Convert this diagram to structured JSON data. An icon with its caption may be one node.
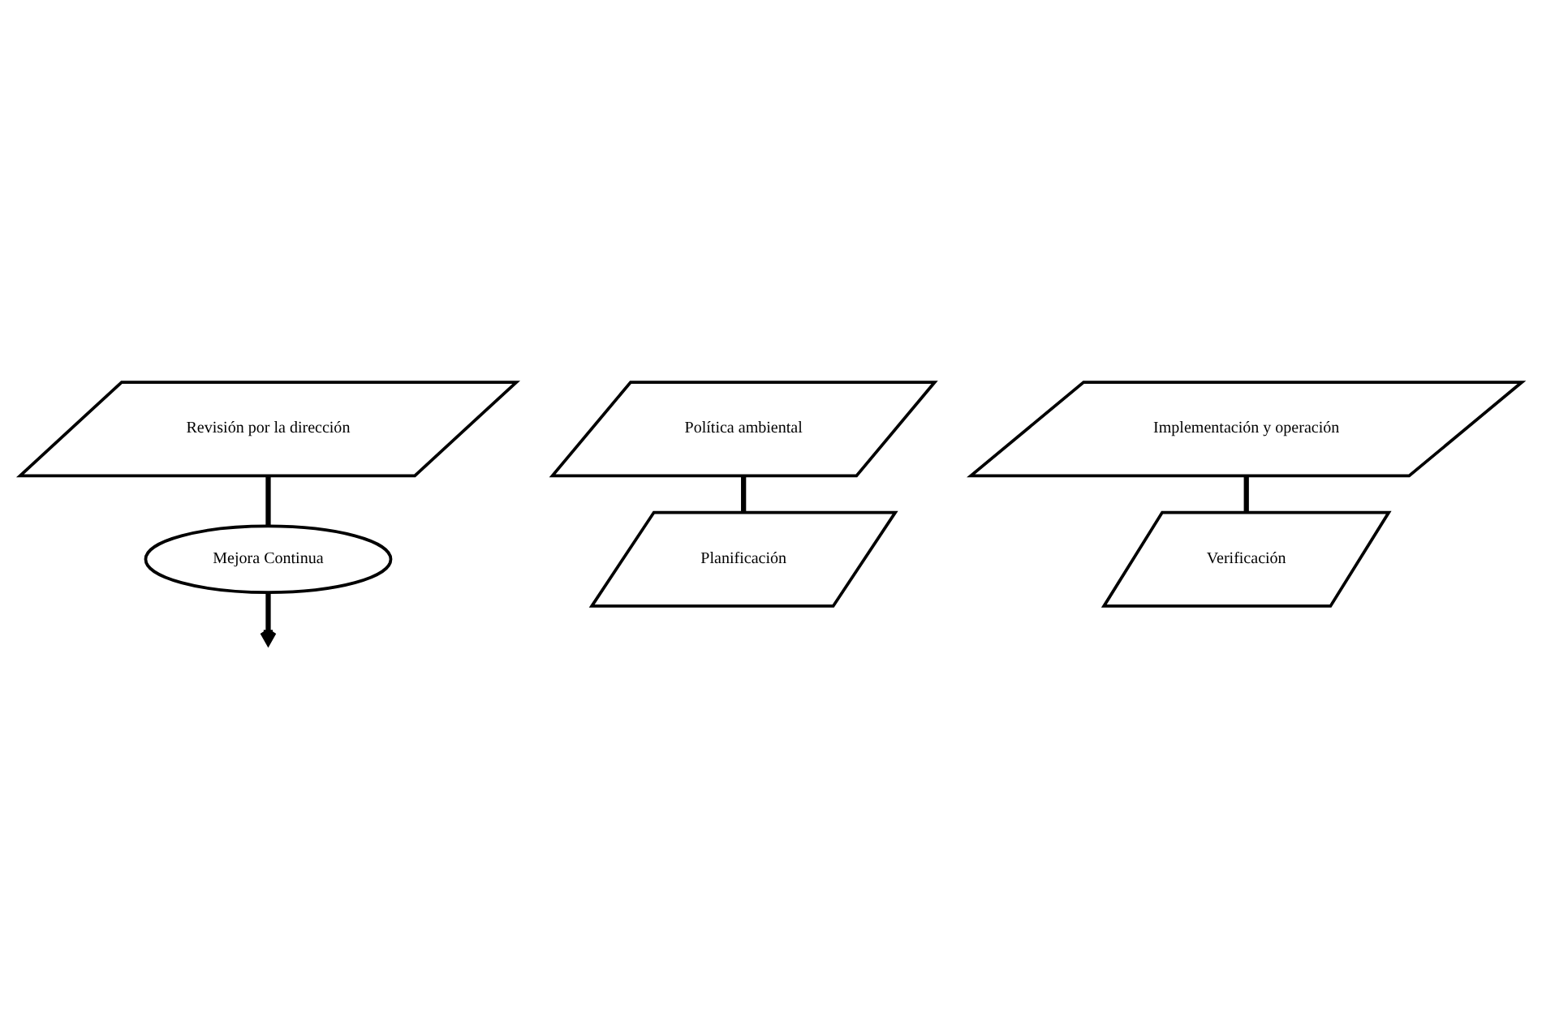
{
  "diagram": {
    "nodes": [
      {
        "text": [
          "Mejora Continua"
        ]
      },
      {
        "text": [
          "Política ambiental"
        ]
      },
      {
        "text": [
          "Planificación"
        ]
      },
      {
        "text": [
          "Implementación y operación"
        ]
      },
      {
        "text": [
          "Verificación"
        ]
      },
      {
        "text": [
          "Revisión por la dirección"
        ]
      }
    ],
    "edges": [
      {
        "from": 1,
        "to": 2,
        "arrow": "none"
      },
      {
        "from": 3,
        "to": 4,
        "arrow": "none"
      },
      {
        "from": 5,
        "to": 0,
        "arrow": "none"
      },
      {
        "from": 0,
        "to": null,
        "arrow": "to"
      }
    ]
  }
}
